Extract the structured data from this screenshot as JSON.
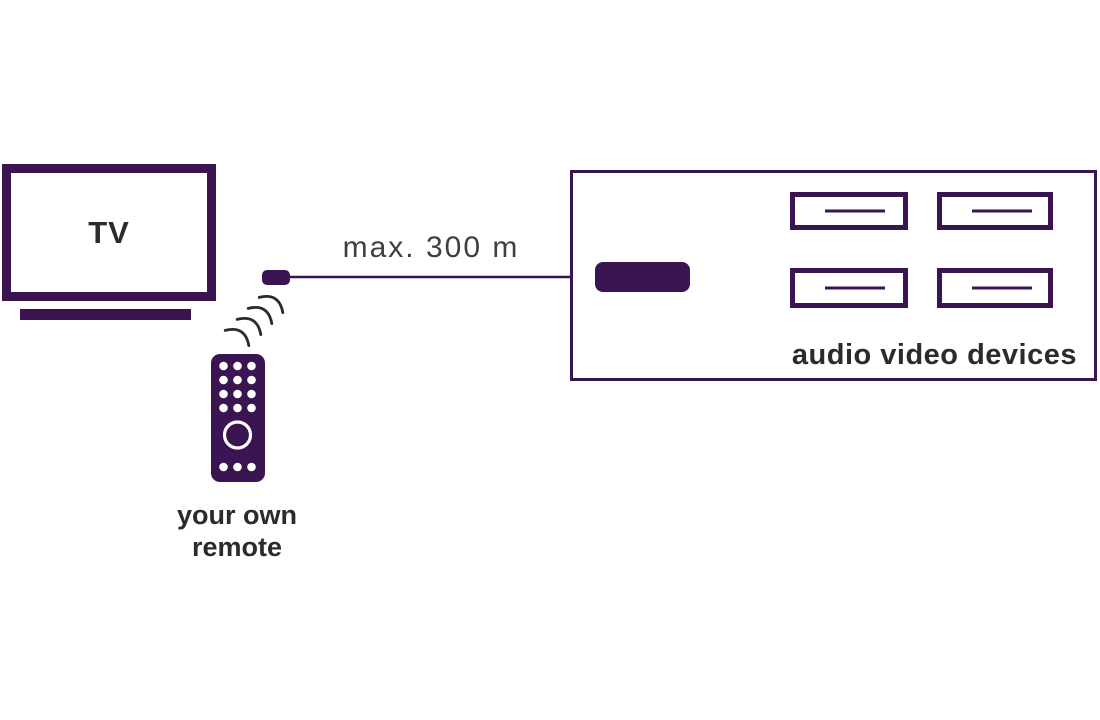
{
  "labels": {
    "tv": "TV",
    "distance": "max. 300 m",
    "remote_caption": "your own\nremote",
    "devices_caption": "audio video devices"
  },
  "colors": {
    "purple": "#3A1552",
    "ink": "#2B2B2B",
    "bg": "#FFFFFF"
  },
  "icons": {
    "tv": "tv-icon",
    "remote": "remote-control-icon",
    "ir_waves": "ir-waves-icon",
    "ir_receiver": "ir-receiver-icon",
    "cable": "signal-cable",
    "transmitter": "transmitter-capsule-icon",
    "av_device": "av-device-icon"
  },
  "devices_count": 4
}
